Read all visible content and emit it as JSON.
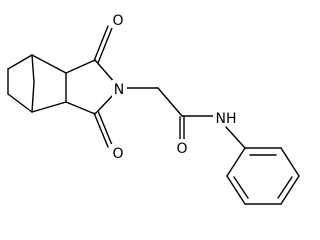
{
  "molecule": {
    "atoms": {
      "o_top": "O",
      "o_bottom": "O",
      "n_imide": "N",
      "o_amide": "O",
      "nh_amide": "NH"
    }
  }
}
